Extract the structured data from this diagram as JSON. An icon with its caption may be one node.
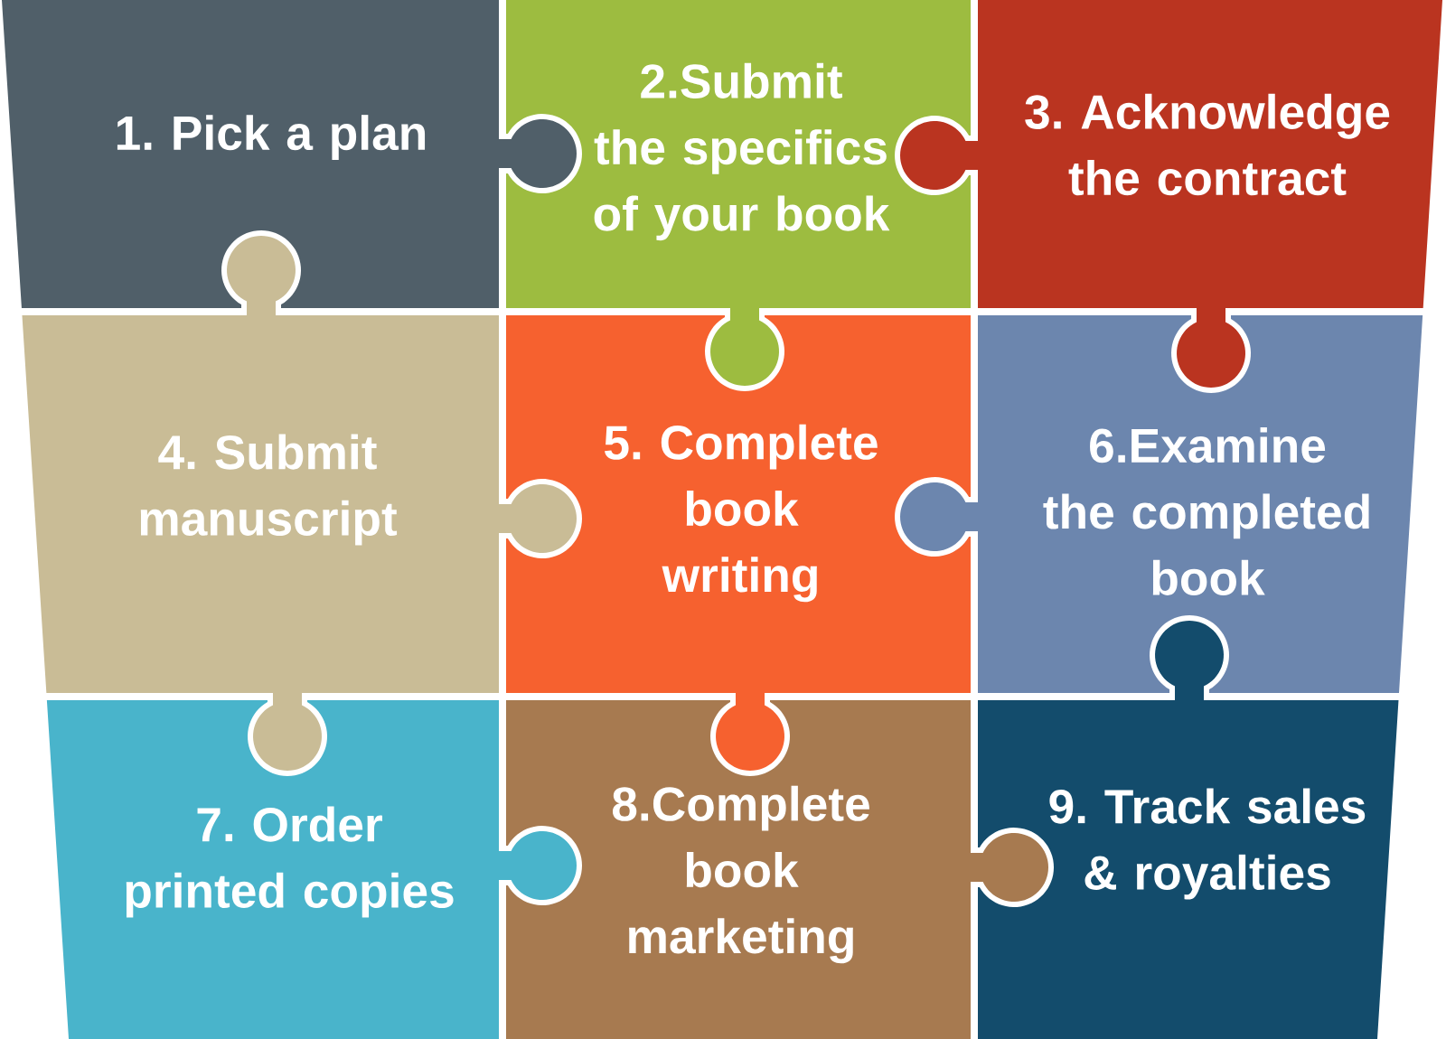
{
  "diagram": {
    "nodes": [
      {
        "text": [
          "1. Pick a plan"
        ]
      },
      {
        "text": [
          "2.Submit the specifics of your book"
        ]
      },
      {
        "text": [
          "3. Acknowledge the contract"
        ]
      },
      {
        "text": [
          "4. Submit manuscript"
        ]
      },
      {
        "text": [
          "5. Complete book writing"
        ]
      },
      {
        "text": [
          "6.Examine the completed book"
        ]
      },
      {
        "text": [
          "7. Order printed copies"
        ]
      },
      {
        "text": [
          "8.Complete book marketing"
        ]
      },
      {
        "text": [
          "9. Track sales & royalties"
        ]
      }
    ]
  }
}
